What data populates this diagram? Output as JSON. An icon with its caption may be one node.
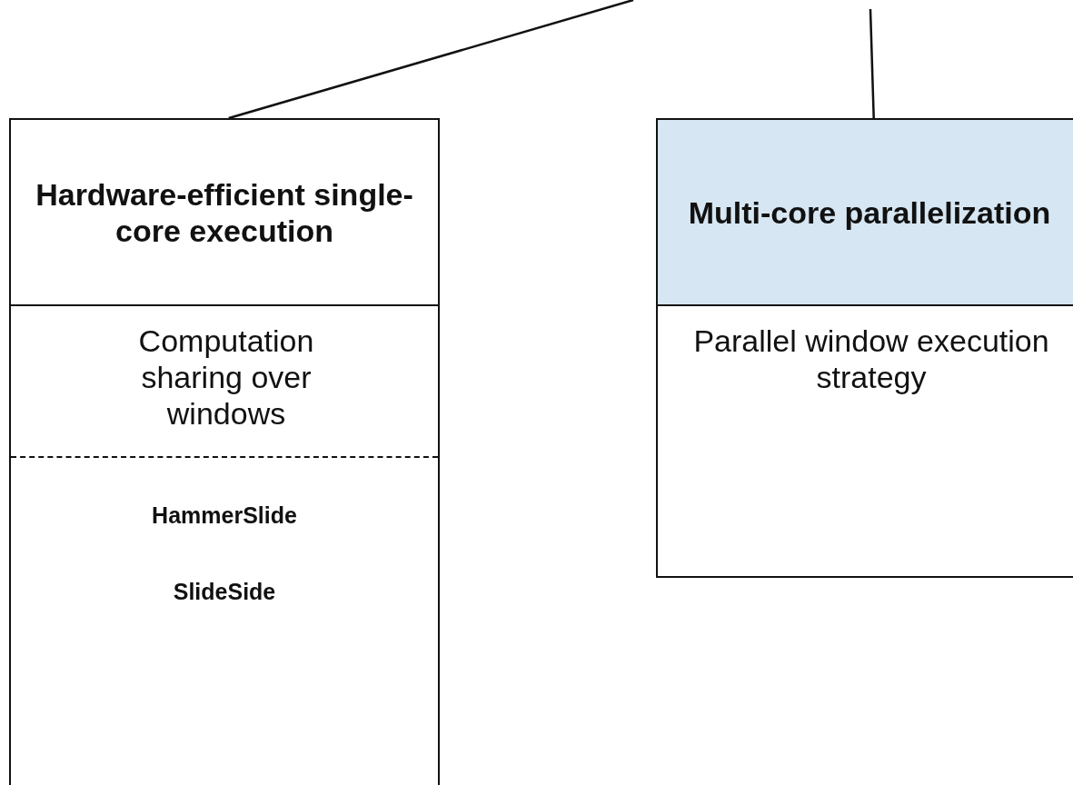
{
  "diagram": {
    "nodes": [
      {
        "text": [
          "Hardware-efficient single-core execution",
          "Computation sharing over windows",
          "HammerSlide",
          "SlideSide"
        ]
      },
      {
        "text": [
          "Multi-core parallelization",
          "Parallel window execution strategy"
        ]
      }
    ],
    "edges": [
      {
        "from": null,
        "to": 0,
        "arrow": "none"
      },
      {
        "from": null,
        "to": 1,
        "arrow": "none"
      }
    ]
  }
}
